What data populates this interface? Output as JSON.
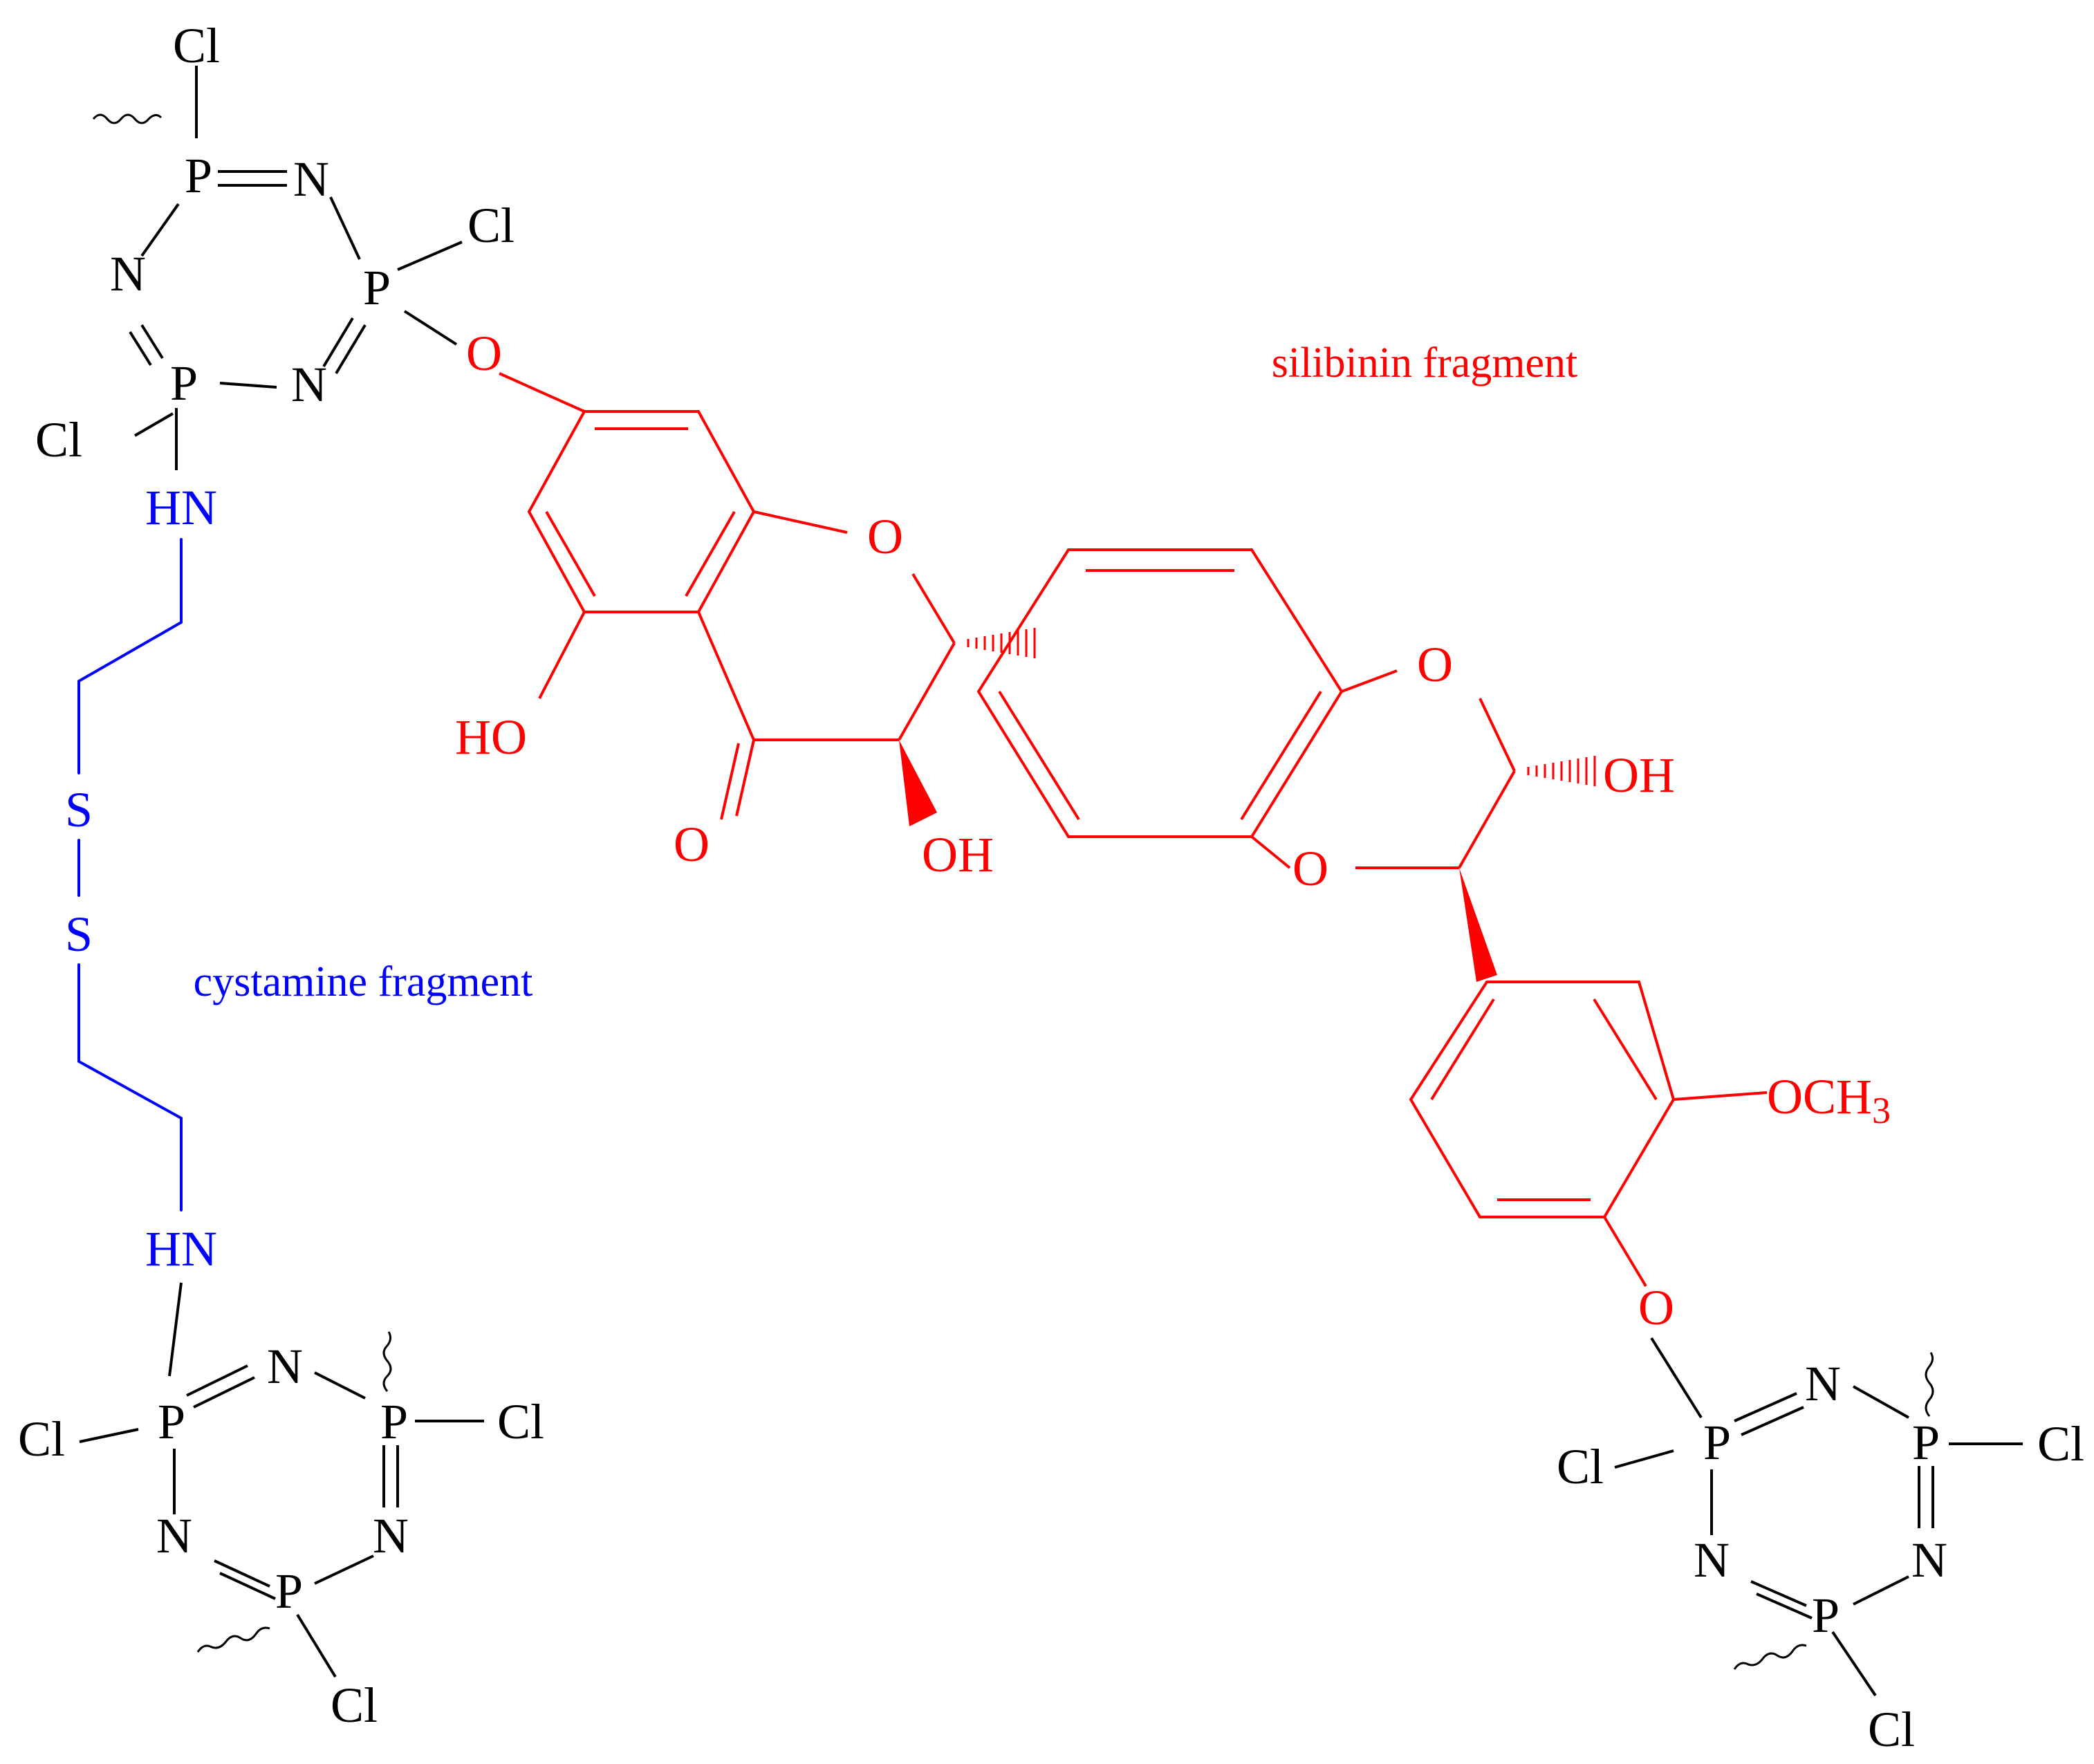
{
  "colors": {
    "phosphazene": "#000000",
    "silibinin": "#ff0000",
    "cystamine": "#0000ff"
  },
  "captions": {
    "silibinin": "silibinin fragment",
    "cystamine": "cystamine fragment"
  },
  "atoms": {
    "P": "P",
    "N": "N",
    "Cl": "Cl",
    "O": "O",
    "S": "S",
    "HN": "HN",
    "OH": "OH",
    "HO": "HO",
    "OCH3_base": "OCH",
    "OCH3_sub": "3"
  }
}
